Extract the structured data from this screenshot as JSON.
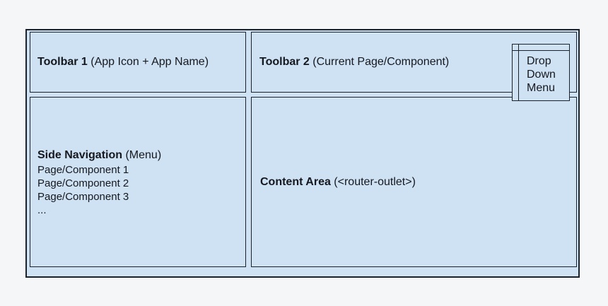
{
  "diagram": {
    "kind": "app-layout-wireframe",
    "colors": {
      "page_background": "#f5f6f7",
      "shape_fill": "#cfe2f4",
      "shape_border": "#1c222b",
      "text": "#15181e"
    }
  },
  "toolbar1": {
    "title": "Toolbar 1",
    "subtitle": " (App Icon + App Name)"
  },
  "toolbar2": {
    "title": "Toolbar 2",
    "subtitle": " (Current Page/Component)"
  },
  "dropdown": {
    "lines": [
      "Drop",
      "Down",
      "Menu"
    ]
  },
  "sidenav": {
    "title": "Side Navigation",
    "subtitle": " (Menu)",
    "items": [
      "Page/Component 1",
      "Page/Component 2",
      "Page/Component 3",
      "..."
    ]
  },
  "content": {
    "title": "Content Area",
    "subtitle": " (<router-outlet>)"
  }
}
